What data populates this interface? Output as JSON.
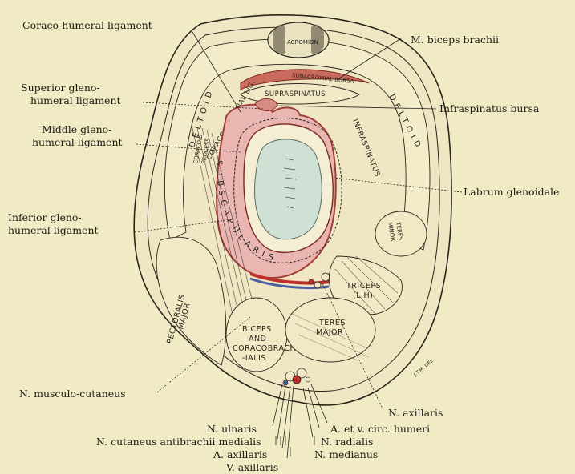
{
  "labels": {
    "coraco_humeral_ligament": "Coraco-humeral ligament",
    "m_biceps_brachii": "M. biceps brachii",
    "superior_gleno_1": "Superior gleno-",
    "superior_gleno_2": "humeral ligament",
    "infraspinatus_bursa": "Infraspinatus bursa",
    "middle_gleno_1": "Middle gleno-",
    "middle_gleno_2": "humeral ligament",
    "labrum_glenoidale": "Labrum glenoidale",
    "inferior_gleno_1": "Inferior gleno-",
    "inferior_gleno_2": "humeral ligament",
    "n_musculo_cutaneus": "N. musculo-cutaneus",
    "n_axillaris": "N. axillaris",
    "n_ulnaris": "N. ulnaris",
    "a_et_v_circ_humeri": "A. et v. circ. humeri",
    "n_cutaneus_antibrachii_medialis": "N. cutaneus antibrachii medialis",
    "n_radialis": "N. radialis",
    "a_axillaris": "A. axillaris",
    "n_medianus": "N. medianus",
    "v_axillaris": "V. axillaris"
  },
  "inner_labels": {
    "acromion": "ACROMION",
    "subacromial_bursa": "SUBACROMIAL BURSA",
    "supraspinatus": "SUPRASPINATUS",
    "deltoid_left": "DELTOID",
    "deltoid_right": "DELTOID",
    "coraco_acromial_lig": "CORACO ACROMIAL LIG.",
    "infraspinatus": "INFRASPINATUS",
    "coracoid_1": "CORACOID",
    "coracoid_2": "PROCESS",
    "subscapularis": "SUBSCAPULARIS",
    "teres_minor_1": "TERES",
    "teres_minor_2": "MINOR",
    "triceps_1": "TRICEPS",
    "triceps_2": "(L.H)",
    "pectoralis_major_1": "PECTORALIS",
    "pectoralis_major_2": "MAJOR",
    "biceps_1": "BICEPS",
    "biceps_2": "AND",
    "biceps_3": "CORACOBRACH",
    "biceps_4": "-IALIS",
    "teres_major_1": "TERES",
    "teres_major_2": "MAJOR",
    "signature": "J.T.M. DEL"
  },
  "colors": {
    "background": "#f1ebc5",
    "capsule_pink": "#e8b4b0",
    "capsule_red": "#b03a3a",
    "artery": "#c0302a",
    "vein": "#4a5fa0",
    "cartilage": "#cfe0d4"
  }
}
